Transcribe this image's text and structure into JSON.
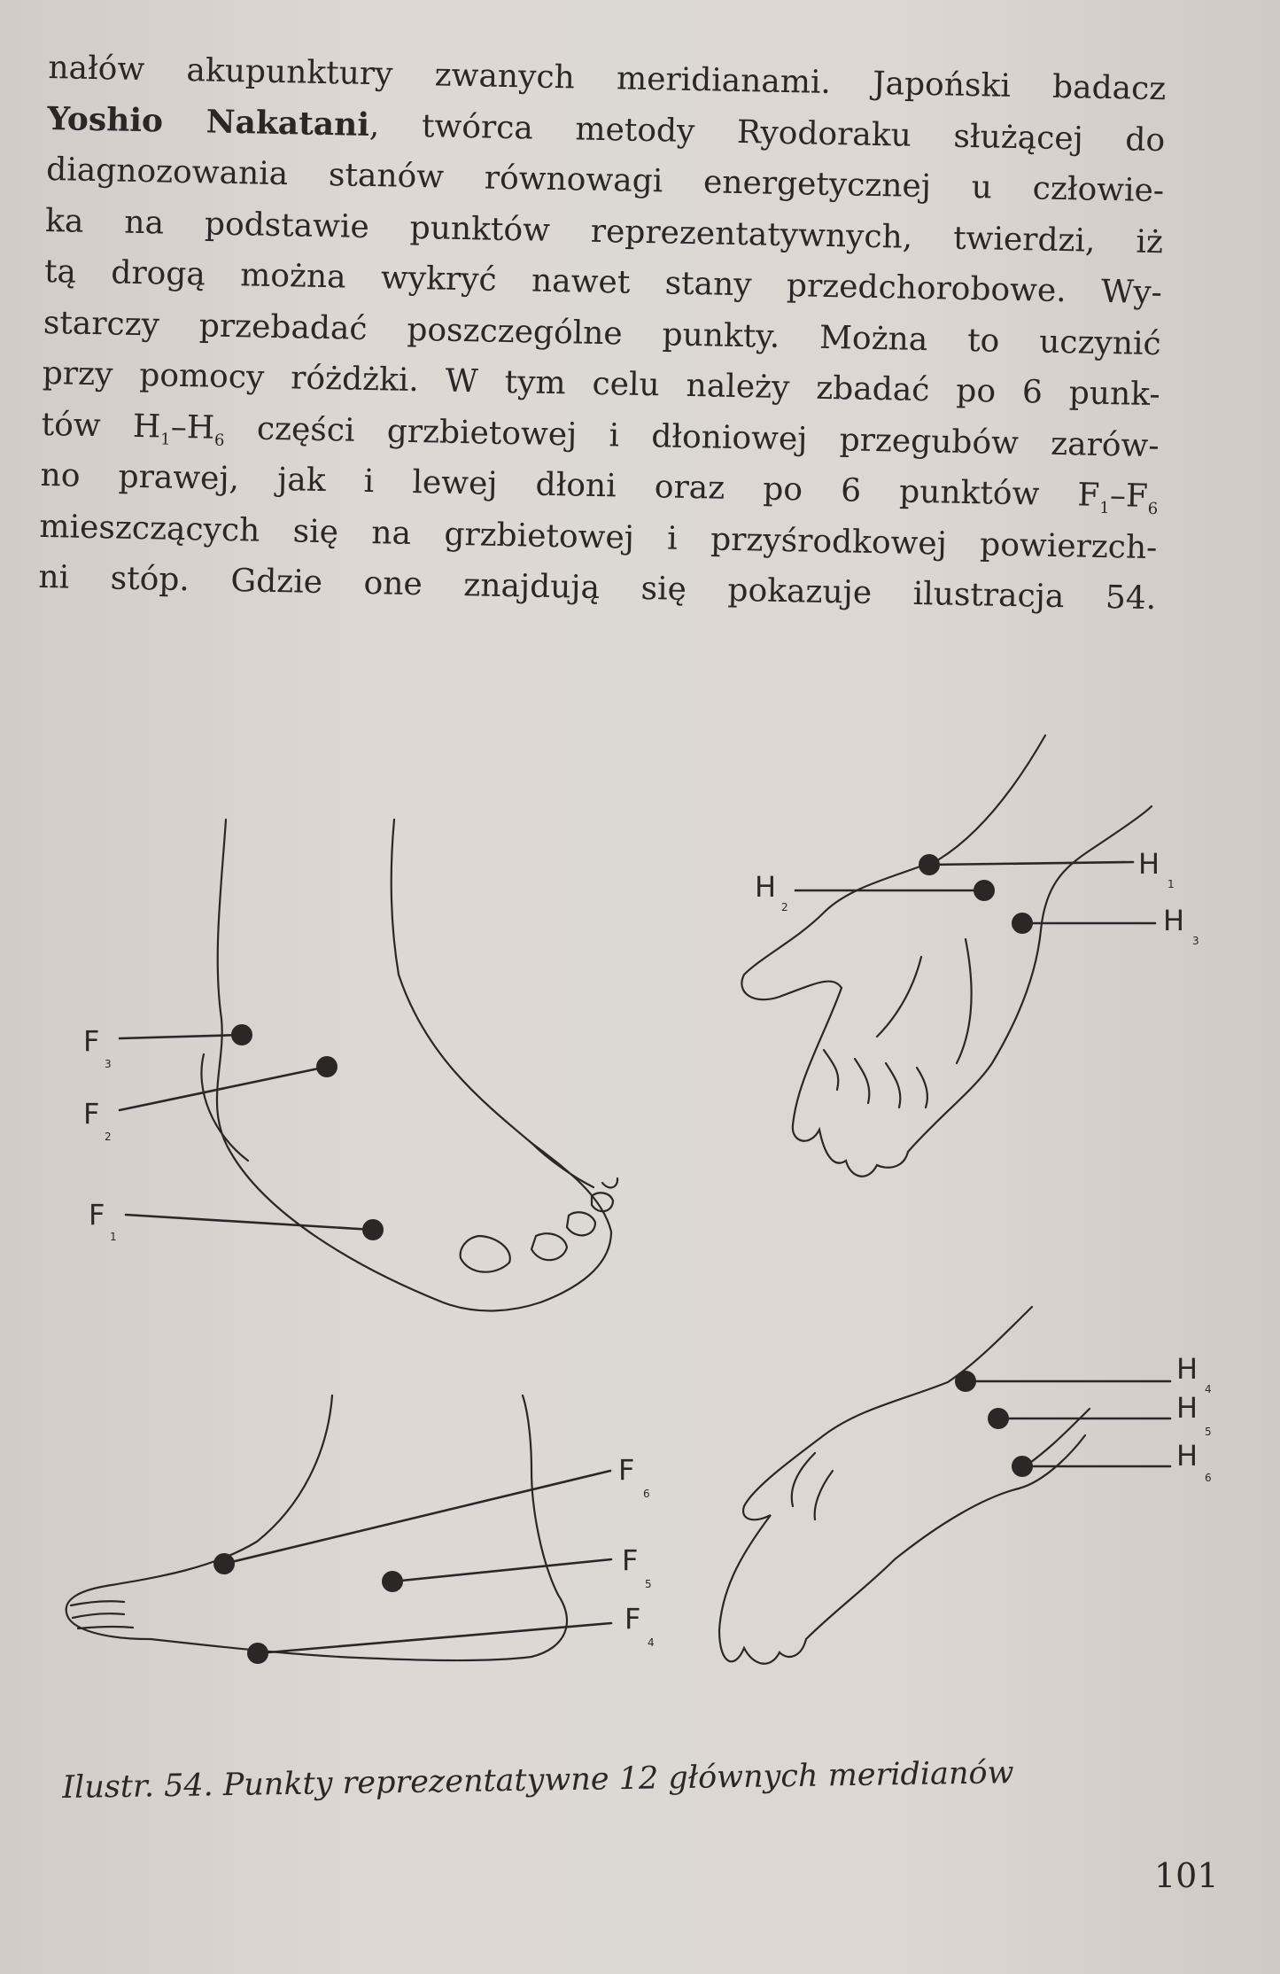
{
  "body_text": [
    [
      {
        "t": "nałów akupunktury zwanych meridianami. Japoński badacz"
      }
    ],
    [
      {
        "t": "Yoshio Nakatani",
        "bold": true
      },
      {
        "t": ", twórca metody Ryodoraku służącej do"
      }
    ],
    [
      {
        "t": "diagnozowania stanów równowagi energetycznej u człowie-"
      }
    ],
    [
      {
        "t": "ka na podstawie punktów reprezentatywnych, twierdzi, iż"
      }
    ],
    [
      {
        "t": "tą drogą można wykryć nawet stany przedchorobowe. Wy-"
      }
    ],
    [
      {
        "t": "starczy przebadać poszczególne punkty. Można to uczynić"
      }
    ],
    [
      {
        "t": "przy pomocy różdżki. W tym celu należy zbadać po 6 punk-"
      }
    ],
    [
      {
        "t": "tów H"
      },
      {
        "sub": "1"
      },
      {
        "t": "–H"
      },
      {
        "sub": "6"
      },
      {
        "t": " części grzbietowej i dłoniowej przegubów zarów-"
      }
    ],
    [
      {
        "t": "no prawej, jak i lewej dłoni oraz po 6 punktów F"
      },
      {
        "sub": "1"
      },
      {
        "t": "–F"
      },
      {
        "sub": "6"
      }
    ],
    [
      {
        "t": "mieszczących się na grzbietowej i przyśrodkowej powierzch-"
      }
    ],
    [
      {
        "t": "ni stóp. Gdzie one znajdują się pokazuje ilustracja 54."
      }
    ]
  ],
  "figure": {
    "labels": {
      "F1": {
        "letter": "F",
        "sub": "1"
      },
      "F2": {
        "letter": "F",
        "sub": "2"
      },
      "F3": {
        "letter": "F",
        "sub": "3"
      },
      "F4": {
        "letter": "F",
        "sub": "4"
      },
      "F5": {
        "letter": "F",
        "sub": "5"
      },
      "F6": {
        "letter": "F",
        "sub": "6"
      },
      "H1": {
        "letter": "H",
        "sub": "1"
      },
      "H2": {
        "letter": "H",
        "sub": "2"
      },
      "H3": {
        "letter": "H",
        "sub": "3"
      },
      "H4": {
        "letter": "H",
        "sub": "4"
      },
      "H5": {
        "letter": "H",
        "sub": "5"
      },
      "H6": {
        "letter": "H",
        "sub": "6"
      }
    },
    "caption": "Ilustr. 54. Punkty reprezentatywne 12 głównych meridianów"
  },
  "page_number": "101",
  "colors": {
    "paper": "#d9d3cf",
    "ink": "#2b2727"
  }
}
